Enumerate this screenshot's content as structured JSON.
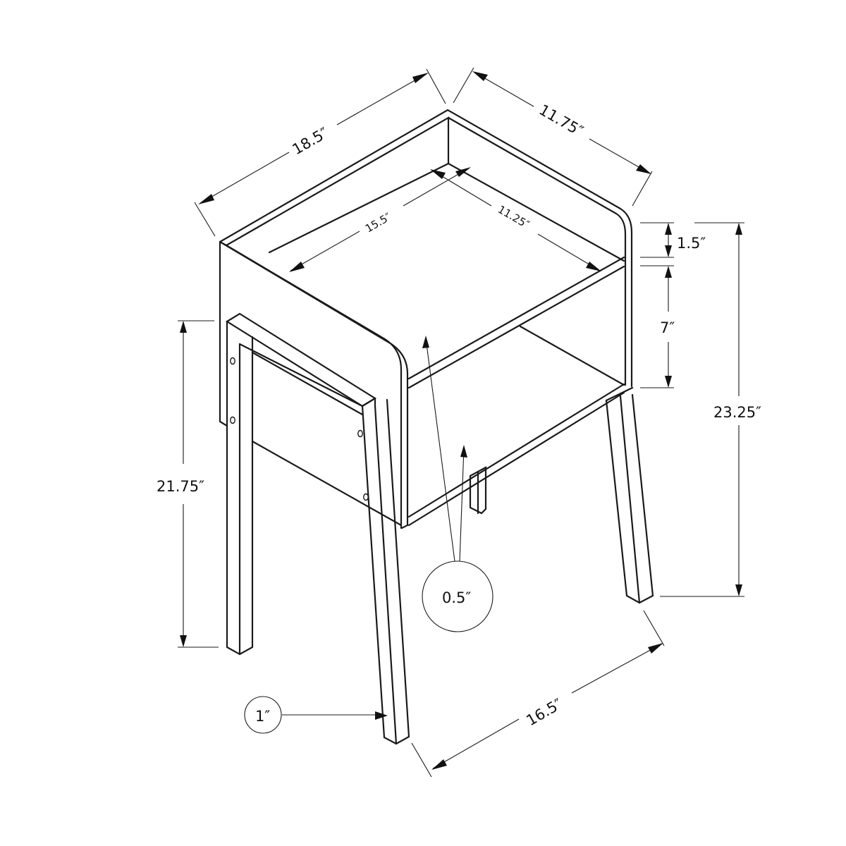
{
  "diagram": {
    "subject": "Accent side table with open shelf and angled legs — dimension drawing",
    "line_color": "#1a1a1a",
    "background": "#ffffff",
    "dimensions": {
      "overall_width": "18.5″",
      "overall_depth": "11.75″",
      "inner_width": "15.5″",
      "inner_depth": "11.25″",
      "top_lip_height": "1.5″",
      "shelf_opening_height": "7″",
      "overall_height": "23.25″",
      "leg_frame_height": "21.75″",
      "base_span": "16.5″",
      "panel_thickness": "0.5″",
      "leg_thickness": "1″"
    }
  }
}
